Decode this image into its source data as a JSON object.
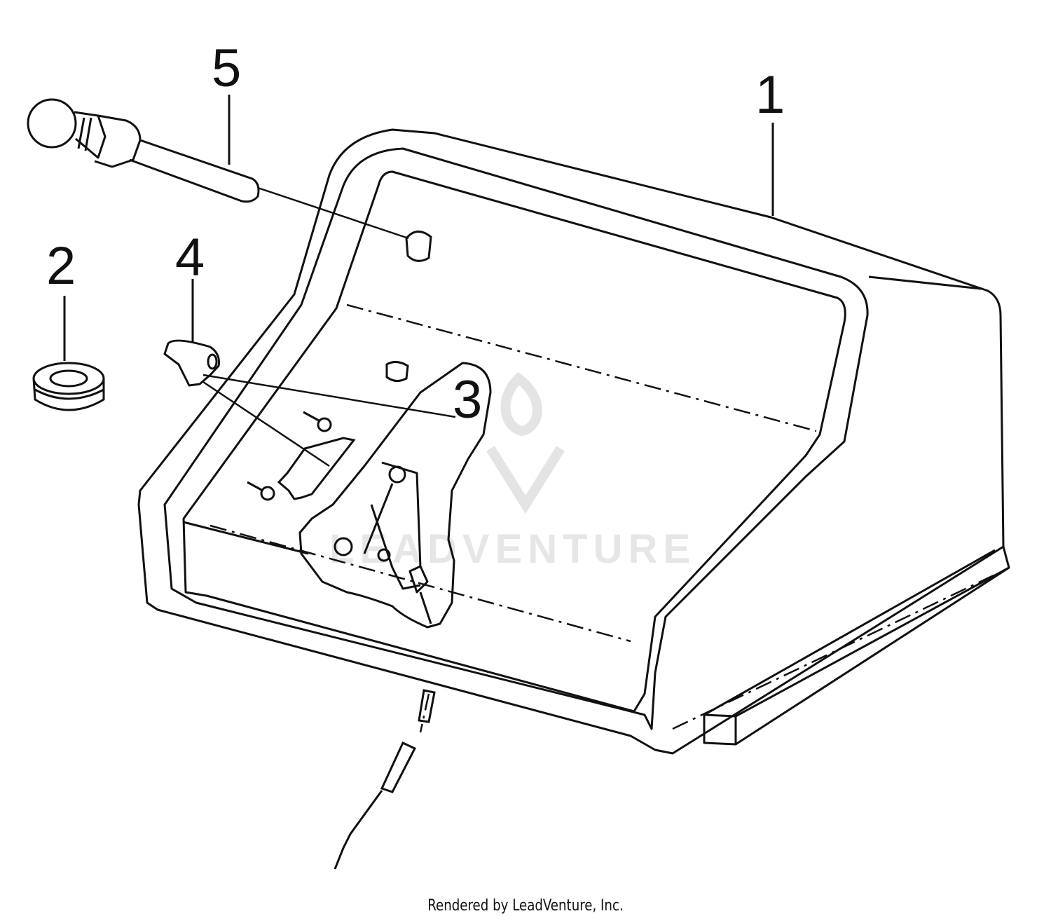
{
  "callouts": {
    "c1": "1",
    "c2": "2",
    "c3": "3",
    "c4": "4",
    "c5": "5"
  },
  "watermark": "LEADVENTURE",
  "footer": "Rendered by LeadVenture, Inc.",
  "colors": {
    "line": "#111111",
    "background": "#ffffff",
    "watermark": "#e6e6e6"
  }
}
